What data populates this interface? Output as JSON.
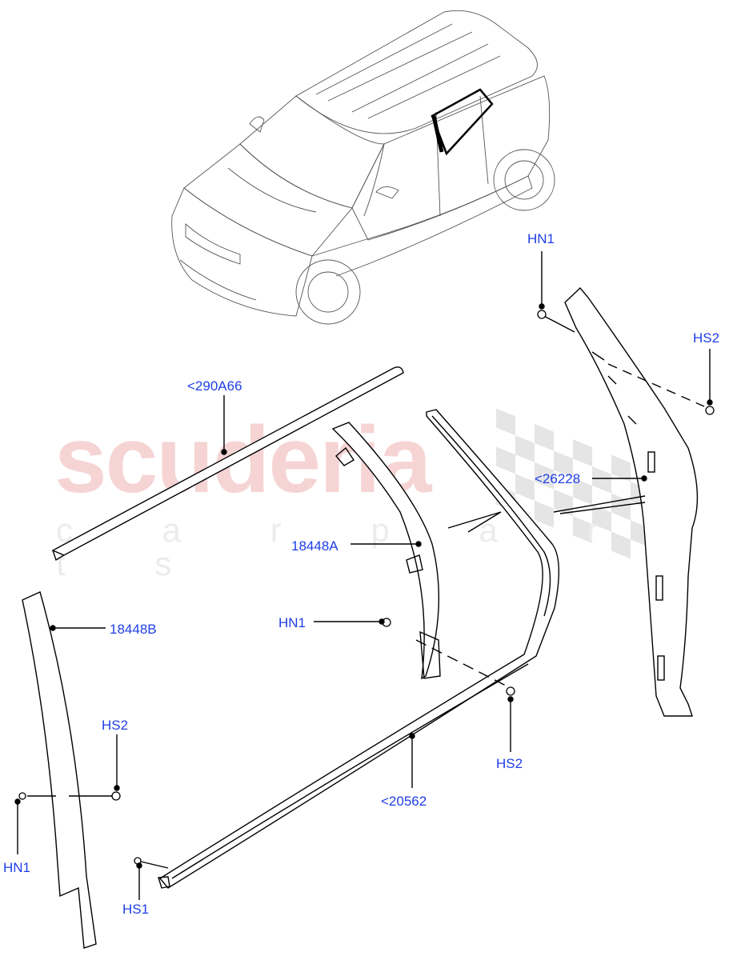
{
  "watermark": {
    "brand": "scuderia",
    "tagline": "c a r   p a r t s",
    "brand_color": "#f6d4d4",
    "flag_color": "#e3e3e3"
  },
  "diagram": {
    "overview_vehicle": "SUV isometric outline with rear door window frame highlighted",
    "label_color": "#1f3fe6",
    "line_color": "#000000"
  },
  "callouts": [
    {
      "id": "c1",
      "label": "HN1",
      "part": "nut"
    },
    {
      "id": "c2",
      "label": "HS2",
      "part": "screw"
    },
    {
      "id": "c3",
      "label": "<290A66",
      "part": "belt moulding"
    },
    {
      "id": "c4",
      "label": "<26228",
      "part": "rear door frame trim"
    },
    {
      "id": "c5",
      "label": "18448A",
      "part": "door pillar finisher"
    },
    {
      "id": "c6",
      "label": "18448B",
      "part": "door pillar finisher"
    },
    {
      "id": "c7",
      "label": "HN1",
      "part": "nut"
    },
    {
      "id": "c8",
      "label": "HS2",
      "part": "screw"
    },
    {
      "id": "c9",
      "label": "HS2",
      "part": "screw"
    },
    {
      "id": "c10",
      "label": "<20562",
      "part": "door frame moulding"
    },
    {
      "id": "c11",
      "label": "HN1",
      "part": "nut"
    },
    {
      "id": "c12",
      "label": "HS1",
      "part": "screw"
    }
  ]
}
